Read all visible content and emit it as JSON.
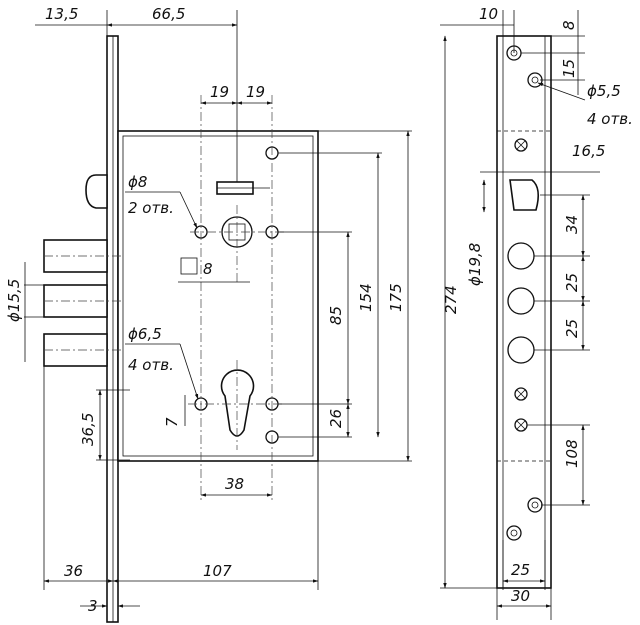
{
  "drawing": {
    "front_view": {
      "dim_top_left": "13,5",
      "dim_top_body": "66,5",
      "dim_spacing_left": "19",
      "dim_spacing_right": "19",
      "hole_diameter_upper": "ϕ8",
      "hole_count_upper": "2 отв.",
      "spindle_square": "8",
      "hole_diameter_lower": "ϕ6,5",
      "hole_count_lower": "4 отв.",
      "bolt_diameter": "ϕ15,5",
      "dim_cylinder_offset": "7",
      "dim_bottom_offset": "36,5",
      "dim_cylinder_width": "38",
      "dim_v_85": "85",
      "dim_v_154": "154",
      "dim_v_175": "175",
      "dim_v_26": "26",
      "dim_backset": "36",
      "dim_body_width": "107",
      "dim_faceplate": "3"
    },
    "side_view": {
      "dim_width_10": "10",
      "dim_top_8": "8",
      "dim_15": "15",
      "hole_diameter": "ϕ5,5",
      "hole_count": "4 отв.",
      "dim_16_5": "16,5",
      "latch_diameter": "ϕ19,8",
      "dim_34": "34",
      "dim_25_a": "25",
      "dim_25_b": "25",
      "dim_108": "108",
      "dim_total_274": "274",
      "dim_bottom_25": "25",
      "dim_bottom_30": "30"
    }
  }
}
